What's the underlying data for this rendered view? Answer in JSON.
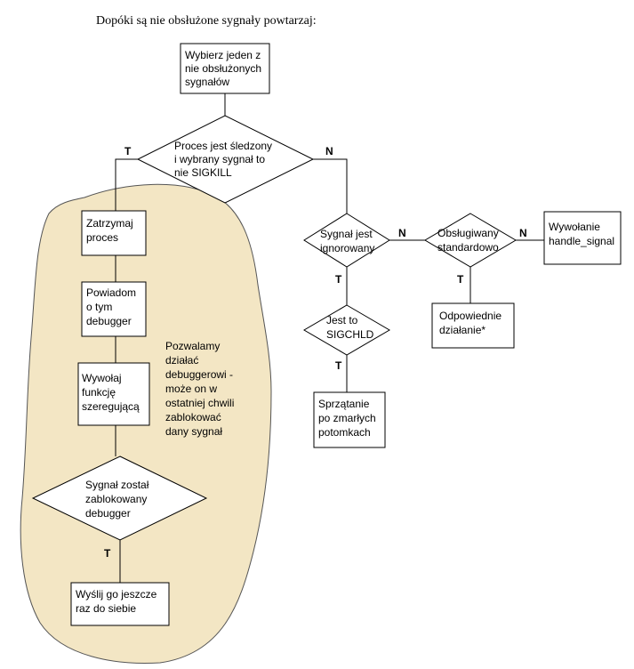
{
  "title": "Dopóki są nie obsłużone sygnały powtarzaj:",
  "nodes": {
    "pick_signal": [
      "Wybierz jeden z",
      "nie obsłużonych",
      "sygnałów"
    ],
    "traced_check": [
      "Proces jest śledzony",
      "i wybrany sygnał to",
      "nie SIGKILL"
    ],
    "stop_process": [
      "Zatrzymaj",
      "proces"
    ],
    "notify_debugger": [
      "Powiadom",
      "o tym",
      "debugger"
    ],
    "call_scheduler": [
      "Wywołaj",
      "funkcję",
      "szeregującą"
    ],
    "blocked_check": [
      "Sygnał został",
      "zablokowany",
      "debugger"
    ],
    "resend": [
      "Wyślij go jeszcze",
      "raz do siebie"
    ],
    "ignored_check": [
      "Sygnał jest",
      "ignorowany"
    ],
    "standard_check": [
      "Obsługiwany",
      "standardowo"
    ],
    "handle_signal": [
      "Wywołanie",
      "handle_signal"
    ],
    "sigchld_check": [
      "Jest to",
      "SIGCHLD"
    ],
    "cleanup": [
      "Sprzątanie",
      "po zmarłych",
      "potomkach"
    ],
    "default_action": [
      "Odpowiednie",
      "działanie*"
    ]
  },
  "annotation": [
    "Pozwalamy",
    "działać",
    "debuggerowi -",
    "może on w",
    "ostatniej chwili",
    "zablokować",
    "dany sygnał"
  ],
  "flags": {
    "traced_yes": "T",
    "traced_no": "N",
    "ignored_no": "N",
    "standard_no": "N",
    "ignored_yes": "T",
    "standard_yes": "T",
    "sigchld_yes": "T",
    "blocked_yes": "T"
  }
}
